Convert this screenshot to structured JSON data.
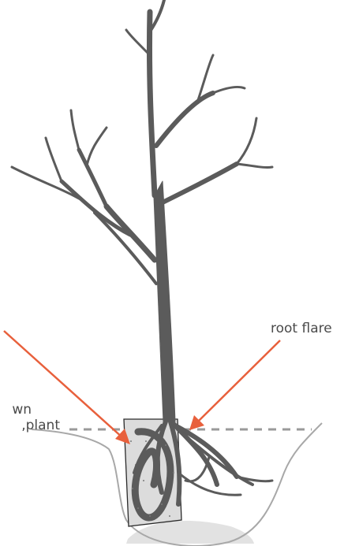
{
  "labels": {
    "root_flare": "root flare",
    "left_line1": "wn",
    "left_line2": "plant,"
  },
  "colors": {
    "tree": "#5b5b5b",
    "arrow": "#e8603c",
    "soil_outline": "#a8a8a8",
    "soil_fill": "#e2e2e2",
    "grade_dash": "#9a9a9a",
    "root_ball_fill": "#dcdcdc",
    "label_text": "#4a4a4a"
  }
}
